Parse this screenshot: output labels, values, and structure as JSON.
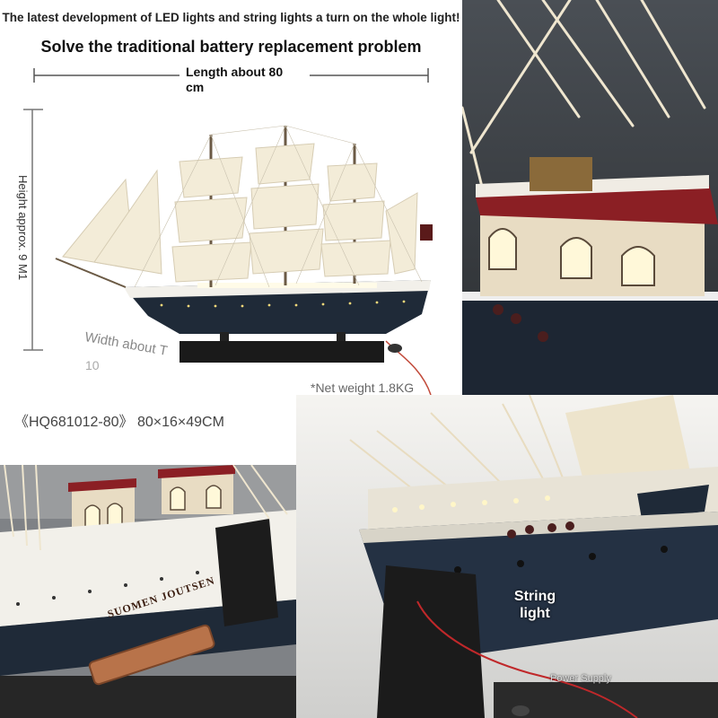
{
  "header": {
    "headline": "The latest development of LED lights and string lights a turn on the whole light!",
    "subhead": "Solve the traditional battery replacement problem"
  },
  "dimensions": {
    "length": "Length about 80 cm",
    "height": "Height approx. 9 M1",
    "width": "Width about T",
    "weight": "*Net weight 1.8KG",
    "model": "《HQ681012-80》 80×16×49CM"
  },
  "callouts": {
    "string_light": "String light",
    "power_supply": "Power Supply"
  },
  "nameplate": "SUOMEN JOUTSEN",
  "colors": {
    "hull_dark": "#1f2a38",
    "hull_white": "#f2f0ea",
    "cabin_red": "#8b1f24",
    "sail": "#f3ecd8",
    "base": "#1a1a1a"
  }
}
